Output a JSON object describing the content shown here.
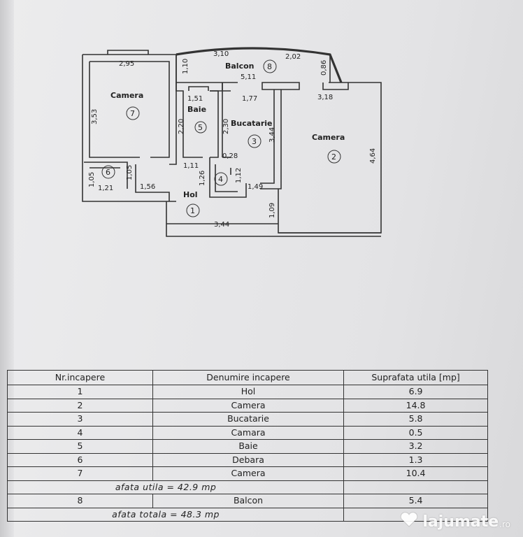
{
  "plan": {
    "rooms": [
      {
        "id": "camera-7",
        "name": "Camera",
        "number": "7"
      },
      {
        "id": "baie",
        "name": "Baie",
        "number": "5"
      },
      {
        "id": "bucatarie",
        "name": "Bucatarie",
        "number": "3"
      },
      {
        "id": "camera-2",
        "name": "Camera",
        "number": "2"
      },
      {
        "id": "balcon",
        "name": "Balcon",
        "number": "8"
      },
      {
        "id": "hol",
        "name": "Hol",
        "number": "1"
      },
      {
        "id": "debara",
        "name": "",
        "number": "6"
      },
      {
        "id": "camara",
        "name": "",
        "number": "4"
      }
    ],
    "dimensions": [
      "2,95",
      "3,53",
      "1,10",
      "3,10",
      "2,02",
      "0,86",
      "5,11",
      "1,51",
      "1,77",
      "3,18",
      "2,20",
      "2,30",
      "3,44",
      "4,64",
      "0,28",
      "1,11",
      "1,05",
      "1,05",
      "1,21",
      "1,56",
      "1,26",
      "1,12",
      "1,49",
      "1,09",
      "3,44"
    ]
  },
  "table": {
    "headers": [
      "Nr.incapere",
      "Denumire incapere",
      "Suprafata utila [mp]"
    ],
    "rows": [
      {
        "nr": "1",
        "name": "Hol",
        "area": "6.9"
      },
      {
        "nr": "2",
        "name": "Camera",
        "area": "14.8"
      },
      {
        "nr": "3",
        "name": "Bucatarie",
        "area": "5.8"
      },
      {
        "nr": "4",
        "name": "Camara",
        "area": "0.5"
      },
      {
        "nr": "5",
        "name": "Baie",
        "area": "3.2"
      },
      {
        "nr": "6",
        "name": "Debara",
        "area": "1.3"
      },
      {
        "nr": "7",
        "name": "Camera",
        "area": "10.4"
      }
    ],
    "sum_utila": "afata utila = 42.9 mp",
    "balcon_row": {
      "nr": "8",
      "name": "Balcon",
      "area": "5.4"
    },
    "sum_totala": "afata totala = 48.3 mp"
  },
  "watermark": {
    "brand": "lajumate",
    "suffix": ".ro"
  }
}
